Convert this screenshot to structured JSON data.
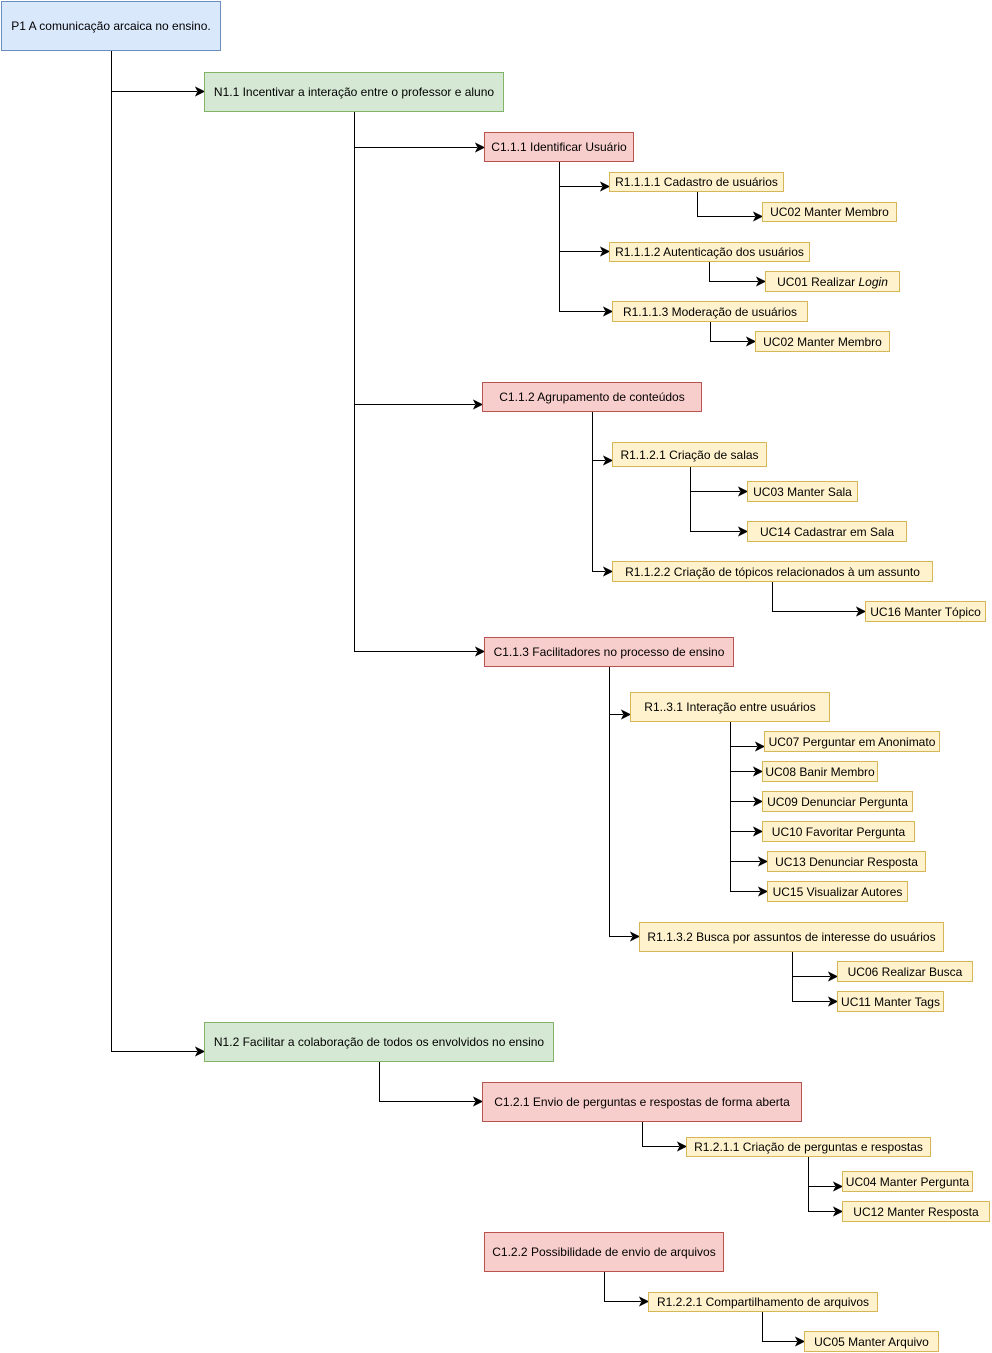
{
  "diagram": {
    "root": {
      "label": "P1  A comunicação arcaica no ensino."
    },
    "needs": [
      {
        "label": "N1.1 Incentivar a interação entre o professor e aluno"
      },
      {
        "label": "N1.2 Facilitar a colaboração de todos os envolvidos no ensino"
      }
    ],
    "characteristics": [
      {
        "label": "C1.1.1 Identificar Usuário"
      },
      {
        "label": "C1.1.2 Agrupamento de conteúdos"
      },
      {
        "label": "C1.1.3 Facilitadores no processo de ensino"
      },
      {
        "label": "C1.2.1 Envio de perguntas e respostas de forma aberta"
      },
      {
        "label": "C1.2.2 Possibilidade de envio de arquivos"
      }
    ],
    "requirements": [
      {
        "label": "R1.1.1.1 Cadastro de usuários"
      },
      {
        "label": "R1.1.1.2 Autenticação dos usuários"
      },
      {
        "label": "R1.1.1.3 Moderação de usuários"
      },
      {
        "label": "R1.1.2.1 Criação de salas"
      },
      {
        "label": "R1.1.2.2 Criação de tópicos relacionados à um assunto"
      },
      {
        "label": "R1..3.1 Interação entre usuários"
      },
      {
        "label": "R1.1.3.2 Busca por assuntos de interesse do usuários"
      },
      {
        "label": "R1.2.1.1 Criação de perguntas e respostas"
      },
      {
        "label": "R1.2.2.1 Compartilhamento de arquivos"
      }
    ],
    "use_cases": [
      {
        "label": "UC02 Manter Membro"
      },
      {
        "label": "UC01 Realizar ",
        "emphasis": "Login"
      },
      {
        "label": "UC02 Manter Membro"
      },
      {
        "label": "UC03 Manter Sala"
      },
      {
        "label": "UC14 Cadastrar em Sala"
      },
      {
        "label": "UC16 Manter Tópico"
      },
      {
        "label": "UC07 Perguntar em Anonimato"
      },
      {
        "label": "UC08 Banir Membro"
      },
      {
        "label": "UC09 Denunciar Pergunta"
      },
      {
        "label": "UC10 Favoritar Pergunta"
      },
      {
        "label": "UC13 Denunciar Resposta"
      },
      {
        "label": "UC15 Visualizar Autores"
      },
      {
        "label": "UC06 Realizar Busca"
      },
      {
        "label": "UC11 Manter Tags"
      },
      {
        "label": "UC04 Manter Pergunta"
      },
      {
        "label": "UC12 Manter Resposta"
      },
      {
        "label": "UC05 Manter Arquivo"
      }
    ],
    "colors": {
      "problem_fill": "#dae8fc",
      "problem_stroke": "#6c8ebf",
      "need_fill": "#d5e8d4",
      "need_stroke": "#82b366",
      "characteristic_fill": "#f8cecc",
      "characteristic_stroke": "#b85450",
      "requirement_fill": "#fff2cc",
      "requirement_stroke": "#d6b656",
      "connector": "#000000"
    }
  }
}
